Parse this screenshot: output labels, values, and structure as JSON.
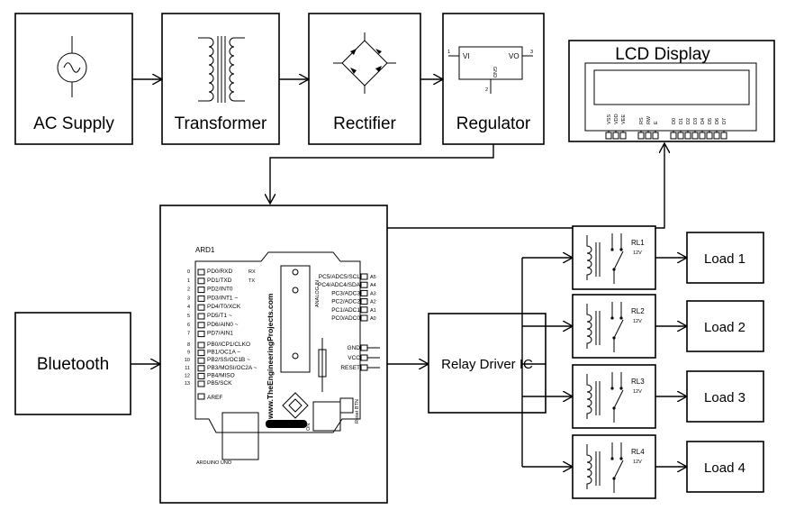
{
  "blocks": {
    "ac_supply": "AC Supply",
    "transformer": "Transformer",
    "rectifier": "Rectifier",
    "regulator": "Regulator",
    "lcd": "LCD Display",
    "bluetooth": "Bluetooth",
    "relay_driver": "Relay Driver IC"
  },
  "regulator_chip": {
    "vi": "VI",
    "vo": "VO",
    "gnd": "GND",
    "pin1": "1",
    "pin2": "2",
    "pin3": "3"
  },
  "lcd_pins": [
    "VSS",
    "VDD",
    "VEE",
    "RS",
    "RW",
    "E",
    "D0",
    "D1",
    "D2",
    "D3",
    "D4",
    "D5",
    "D6",
    "D7"
  ],
  "arduino": {
    "ref": "ARD1",
    "website": "www.TheEngineeringProjects.com",
    "board_name": "ARDUINO UNO",
    "analog_in": "ANALOG IN",
    "reset_btn": "Reset BTN",
    "on": "ON",
    "left_pins_top": [
      "PD0/RXD",
      "PD1/TXD",
      "PD2/INT0",
      "PD3/INT1 ~",
      "PD4/T0/XCK",
      "PD5/T1 ~",
      "PD6/AIN0 ~",
      "PD7/AIN1"
    ],
    "left_pins_top_extra": [
      "RX",
      "TX"
    ],
    "left_nums_top": [
      "0",
      "1",
      "2",
      "3",
      "4",
      "5",
      "6",
      "7"
    ],
    "left_pins_bottom": [
      "PB0/ICP1/CLKO",
      "PB1/OC1A ~",
      "PB2/SS/OC1B ~",
      "PB3/MOSI/OC2A ~",
      "PB4/MISO",
      "PB5/SCK"
    ],
    "left_nums_bottom": [
      "8",
      "9",
      "10",
      "11",
      "12",
      "13"
    ],
    "aref": "AREF",
    "right_pins": [
      "PC5/ADC5/SCL",
      "PC4/ADC4/SDA",
      "PC3/ADC3",
      "PC2/ADC2",
      "PC1/ADC1",
      "PC0/ADC0"
    ],
    "right_nums": [
      "A5",
      "A4",
      "A3",
      "A2",
      "A1",
      "A0"
    ],
    "power_pins": [
      "GND",
      "VCC",
      "RESET"
    ]
  },
  "relays": [
    {
      "label": "RL1",
      "rating": "12V",
      "load": "Load 1"
    },
    {
      "label": "RL2",
      "rating": "12V",
      "load": "Load 2"
    },
    {
      "label": "RL3",
      "rating": "12V",
      "load": "Load 3"
    },
    {
      "label": "RL4",
      "rating": "12V",
      "load": "Load 4"
    }
  ]
}
